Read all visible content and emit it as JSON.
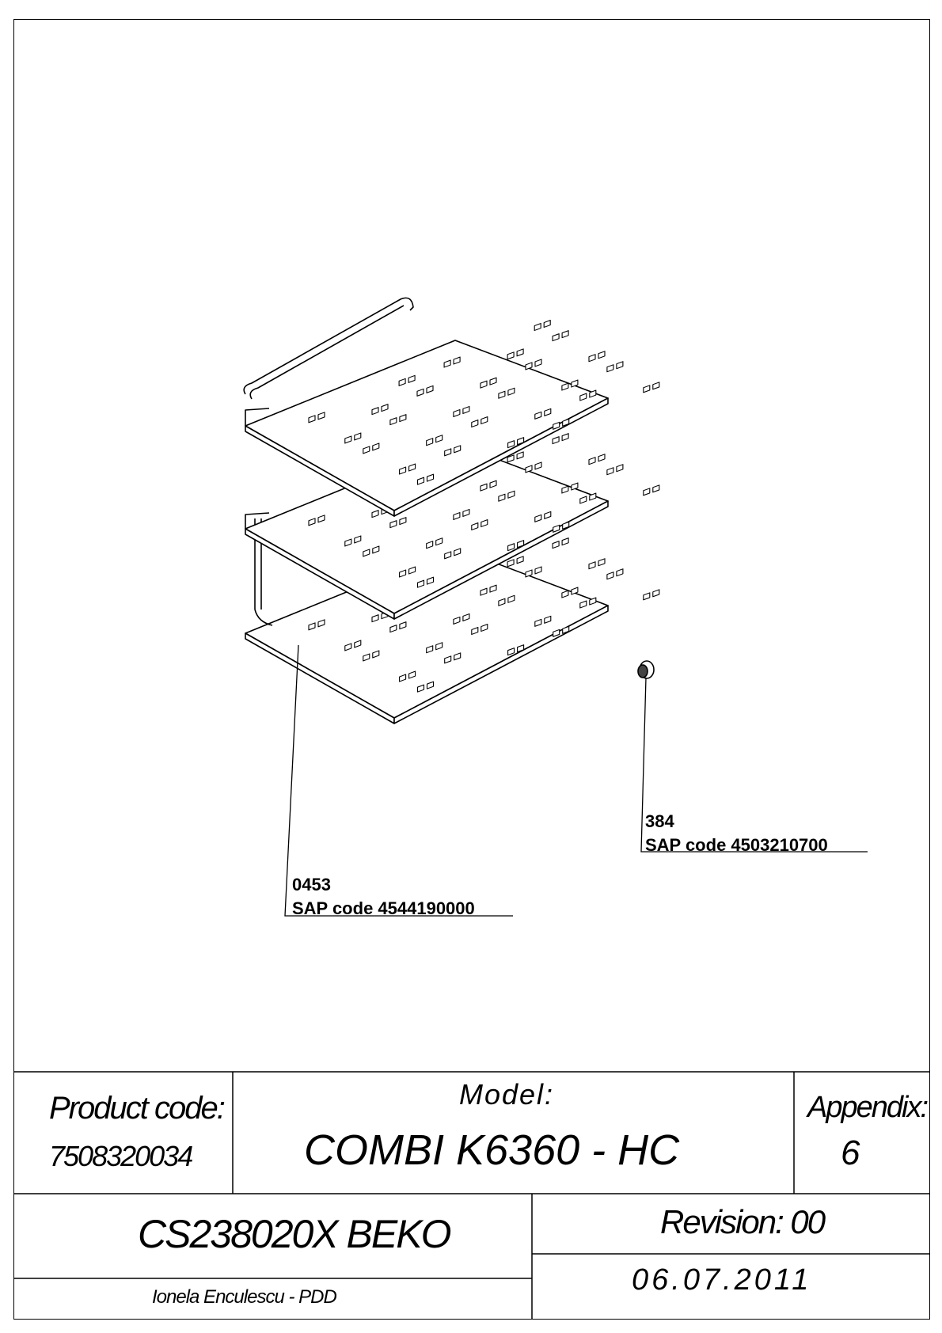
{
  "callouts": [
    {
      "number": "0453",
      "sap": "SAP code 4544190000"
    },
    {
      "number": "384",
      "sap": "SAP code 4503210700"
    }
  ],
  "title_block": {
    "product_code_label": "Product code:",
    "product_code_value": "7508320034",
    "model_label": "Model:",
    "model_value": "COMBI K6360 - HC",
    "appendix_label": "Appendix:",
    "appendix_value": "6",
    "name": "CS238020X BEKO",
    "revision": "Revision: 00",
    "author": "Ionela Enculescu - PDD",
    "date": "06.07.2011"
  }
}
